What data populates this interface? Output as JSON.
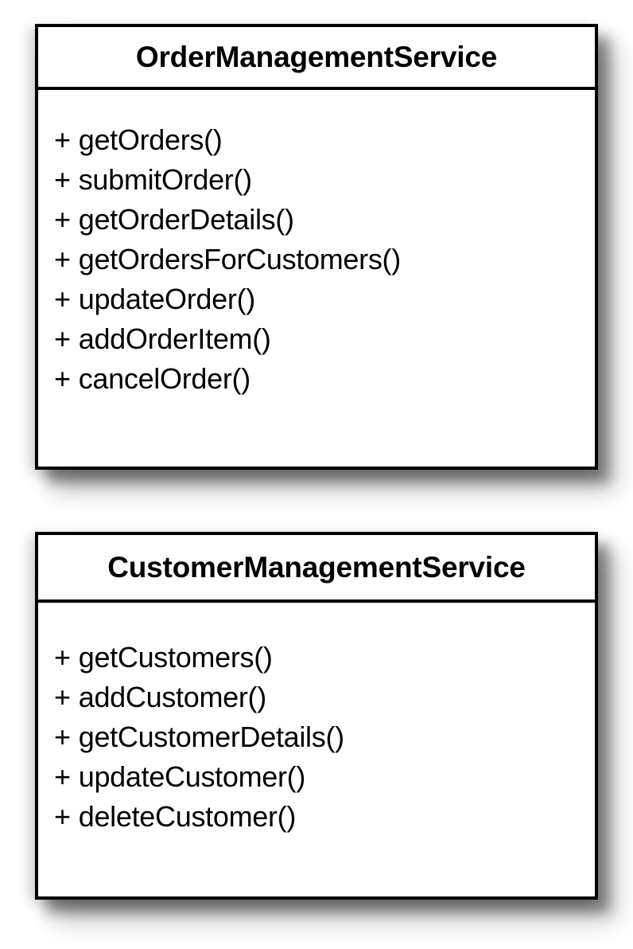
{
  "diagram": {
    "type": "uml-class-diagram",
    "background_color": "#ffffff",
    "border_color": "#000000",
    "text_color": "#000000",
    "classes": [
      {
        "name": "OrderManagementService",
        "methods": [
          {
            "visibility": "+",
            "signature": "getOrders()"
          },
          {
            "visibility": "+",
            "signature": "submitOrder()"
          },
          {
            "visibility": "+",
            "signature": "getOrderDetails()"
          },
          {
            "visibility": "+",
            "signature": "getOrdersForCustomers()"
          },
          {
            "visibility": "+",
            "signature": "updateOrder()"
          },
          {
            "visibility": "+",
            "signature": "addOrderItem()"
          },
          {
            "visibility": "+",
            "signature": "cancelOrder()"
          }
        ]
      },
      {
        "name": "CustomerManagementService",
        "methods": [
          {
            "visibility": "+",
            "signature": "getCustomers()"
          },
          {
            "visibility": "+",
            "signature": "addCustomer()"
          },
          {
            "visibility": "+",
            "signature": "getCustomerDetails()"
          },
          {
            "visibility": "+",
            "signature": "updateCustomer()"
          },
          {
            "visibility": "+",
            "signature": "deleteCustomer()"
          }
        ]
      }
    ]
  }
}
